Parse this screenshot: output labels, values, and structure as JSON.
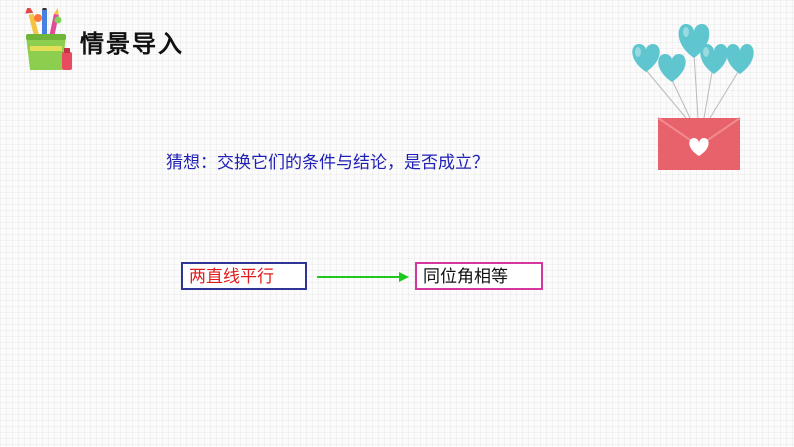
{
  "header": {
    "title": "情景导入",
    "icon": "pencil-cup-icon"
  },
  "decor": {
    "icon": "heart-balloons-envelope-icon",
    "balloon_color": "#5fc6cf",
    "envelope_color": "#e8626b"
  },
  "question": {
    "text": "猜想：交换它们的条件与结论，是否成立？",
    "color": "#1f1fb8"
  },
  "diagram": {
    "left_box": {
      "label": "两直线平行",
      "text_color": "#e11c1c",
      "border_color": "#2f3596"
    },
    "arrow": {
      "color": "#1ec81e"
    },
    "right_box": {
      "label": "同位角相等",
      "text_color": "#111111",
      "border_color": "#d6379f"
    }
  }
}
